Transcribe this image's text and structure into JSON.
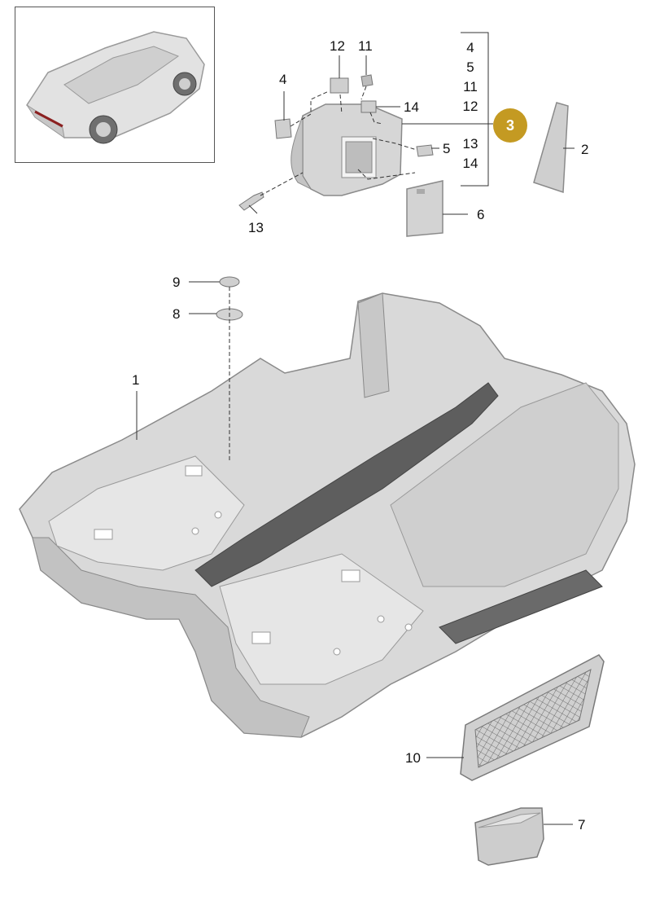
{
  "callouts": {
    "c1": "1",
    "c2": "2",
    "c3": "3",
    "c4": "4",
    "c5": "5",
    "c6": "6",
    "c7": "7",
    "c8": "8",
    "c9": "9",
    "c10": "10",
    "c11": "11",
    "c12": "12",
    "c13": "13",
    "c14": "14"
  },
  "group_list": [
    "4",
    "5",
    "11",
    "12",
    "13",
    "14"
  ],
  "colors": {
    "badge": "#c49a22",
    "part_fill": "#d9d9d9",
    "part_stroke": "#8a8a8a",
    "line": "#333333"
  }
}
